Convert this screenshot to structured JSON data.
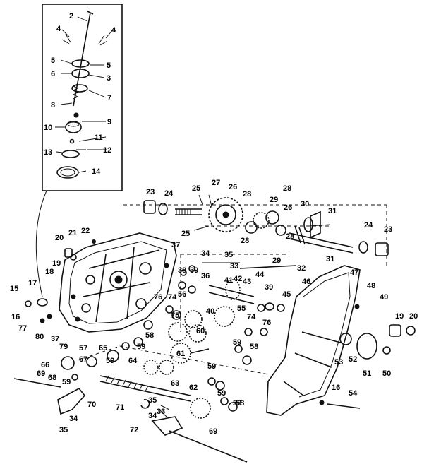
{
  "diagram": {
    "callouts": [
      {
        "id": "c2",
        "text": "2"
      },
      {
        "id": "c4a",
        "text": "4"
      },
      {
        "id": "c4b",
        "text": "4"
      },
      {
        "id": "c5a",
        "text": "5"
      },
      {
        "id": "c5b",
        "text": "5"
      },
      {
        "id": "c6",
        "text": "6"
      },
      {
        "id": "c3",
        "text": "3"
      },
      {
        "id": "c7",
        "text": "7"
      },
      {
        "id": "c8",
        "text": "8"
      },
      {
        "id": "c9",
        "text": "9"
      },
      {
        "id": "c10",
        "text": "10"
      },
      {
        "id": "c11",
        "text": "11"
      },
      {
        "id": "c12",
        "text": "12"
      },
      {
        "id": "c13",
        "text": "13"
      },
      {
        "id": "c14",
        "text": "14"
      },
      {
        "id": "c23a",
        "text": "23"
      },
      {
        "id": "c24a",
        "text": "24"
      },
      {
        "id": "c25a",
        "text": "25"
      },
      {
        "id": "c27",
        "text": "27"
      },
      {
        "id": "c26a",
        "text": "26"
      },
      {
        "id": "c28a",
        "text": "28"
      },
      {
        "id": "c28b",
        "text": "28"
      },
      {
        "id": "c29a",
        "text": "29"
      },
      {
        "id": "c26b",
        "text": "26"
      },
      {
        "id": "c30",
        "text": "30"
      },
      {
        "id": "c31a",
        "text": "31"
      },
      {
        "id": "c24b",
        "text": "24"
      },
      {
        "id": "c23b",
        "text": "23"
      },
      {
        "id": "c25b",
        "text": "25"
      },
      {
        "id": "c28c",
        "text": "28"
      },
      {
        "id": "c28d",
        "text": "28"
      },
      {
        "id": "c29b",
        "text": "29"
      },
      {
        "id": "c31b",
        "text": "31"
      },
      {
        "id": "c20a",
        "text": "20"
      },
      {
        "id": "c21",
        "text": "21"
      },
      {
        "id": "c22",
        "text": "22"
      },
      {
        "id": "c37a",
        "text": "37"
      },
      {
        "id": "c19a",
        "text": "19"
      },
      {
        "id": "c18",
        "text": "18"
      },
      {
        "id": "c34a",
        "text": "34"
      },
      {
        "id": "c35a",
        "text": "35"
      },
      {
        "id": "c36",
        "text": "36"
      },
      {
        "id": "c33",
        "text": "33"
      },
      {
        "id": "c32",
        "text": "32"
      },
      {
        "id": "c38",
        "text": "38"
      },
      {
        "id": "c39a",
        "text": "39"
      },
      {
        "id": "c44",
        "text": "44"
      },
      {
        "id": "c41",
        "text": "41"
      },
      {
        "id": "c42",
        "text": "42"
      },
      {
        "id": "c43",
        "text": "43"
      },
      {
        "id": "c47",
        "text": "47"
      },
      {
        "id": "c46",
        "text": "46"
      },
      {
        "id": "c39b",
        "text": "39"
      },
      {
        "id": "c45",
        "text": "45"
      },
      {
        "id": "c48",
        "text": "48"
      },
      {
        "id": "c49",
        "text": "49"
      },
      {
        "id": "c15",
        "text": "15"
      },
      {
        "id": "c17",
        "text": "17"
      },
      {
        "id": "c16a",
        "text": "16"
      },
      {
        "id": "c77",
        "text": "77"
      },
      {
        "id": "c80",
        "text": "80"
      },
      {
        "id": "c56",
        "text": "56"
      },
      {
        "id": "c76a",
        "text": "76"
      },
      {
        "id": "c74a",
        "text": "74"
      },
      {
        "id": "c40",
        "text": "40"
      },
      {
        "id": "c55",
        "text": "55"
      },
      {
        "id": "c75",
        "text": "75"
      },
      {
        "id": "c60",
        "text": "60"
      },
      {
        "id": "c74b",
        "text": "74"
      },
      {
        "id": "c76b",
        "text": "76"
      },
      {
        "id": "c19b",
        "text": "19"
      },
      {
        "id": "c20b",
        "text": "20"
      },
      {
        "id": "c37b",
        "text": "37"
      },
      {
        "id": "c79",
        "text": "79"
      },
      {
        "id": "c58a",
        "text": "58"
      },
      {
        "id": "c59a",
        "text": "59"
      },
      {
        "id": "c59b",
        "text": "59"
      },
      {
        "id": "c58b",
        "text": "58"
      },
      {
        "id": "c57",
        "text": "57"
      },
      {
        "id": "c65",
        "text": "65"
      },
      {
        "id": "c61",
        "text": "61"
      },
      {
        "id": "c53",
        "text": "53"
      },
      {
        "id": "c52",
        "text": "52"
      },
      {
        "id": "c51",
        "text": "51"
      },
      {
        "id": "c50",
        "text": "50"
      },
      {
        "id": "c66",
        "text": "66"
      },
      {
        "id": "c67",
        "text": "67"
      },
      {
        "id": "c59c",
        "text": "59"
      },
      {
        "id": "c64",
        "text": "64"
      },
      {
        "id": "c59d",
        "text": "59"
      },
      {
        "id": "c68",
        "text": "68"
      },
      {
        "id": "c69a",
        "text": "69"
      },
      {
        "id": "c59e",
        "text": "59"
      },
      {
        "id": "c63",
        "text": "63"
      },
      {
        "id": "c58c",
        "text": "58"
      },
      {
        "id": "c62",
        "text": "62"
      },
      {
        "id": "c16b",
        "text": "16"
      },
      {
        "id": "c54",
        "text": "54"
      },
      {
        "id": "c70",
        "text": "70"
      },
      {
        "id": "c71",
        "text": "71"
      },
      {
        "id": "c35b",
        "text": "35"
      },
      {
        "id": "c33b",
        "text": "33"
      },
      {
        "id": "c59f",
        "text": "59"
      },
      {
        "id": "c58d",
        "text": "58"
      },
      {
        "id": "c34b",
        "text": "34"
      },
      {
        "id": "c35c",
        "text": "35"
      },
      {
        "id": "c34c",
        "text": "34"
      },
      {
        "id": "c72",
        "text": "72"
      },
      {
        "id": "c69b",
        "text": "69"
      }
    ]
  }
}
